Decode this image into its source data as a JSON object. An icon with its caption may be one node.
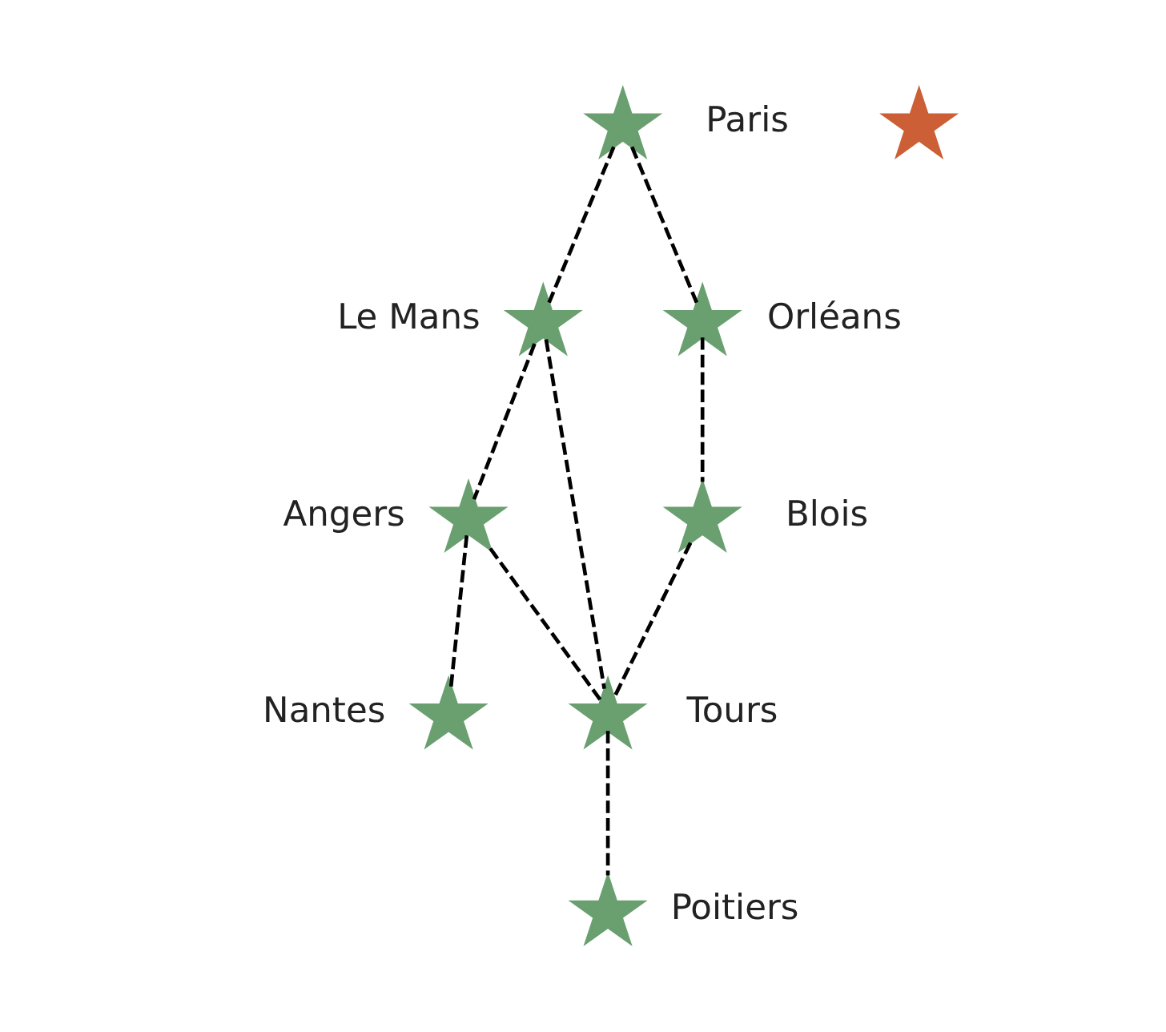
{
  "diagram": {
    "nodes": [
      {
        "text": [],
        "shape": "flower",
        "beside": [
          "Paris"
        ]
      },
      {
        "text": [],
        "shape": "flower",
        "beside": [
          "Le Mans"
        ]
      },
      {
        "text": [],
        "shape": "flower"
      },
      {
        "text": [],
        "shape": "flower",
        "beside": [
          "Orléans"
        ]
      },
      {
        "text": [],
        "shape": "flower",
        "beside": [
          "Blois"
        ]
      },
      {
        "text": [],
        "shape": "flower",
        "beside": [
          "Angers"
        ]
      },
      {
        "text": [],
        "shape": "flower",
        "beside": [
          "Tours"
        ]
      },
      {
        "text": [],
        "shape": "flower",
        "beside": [
          "Nantes"
        ]
      },
      {
        "text": [],
        "shape": "flower",
        "beside": [
          "Poitiers"
        ]
      }
    ],
    "edges": [
      {
        "from": 0,
        "to": 1,
        "arrow": "none",
        "style": "dashed"
      },
      {
        "from": 0,
        "to": 3,
        "arrow": "none",
        "style": "dashed"
      },
      {
        "from": 3,
        "to": 4,
        "arrow": "none",
        "style": "dashed"
      },
      {
        "from": 4,
        "to": 6,
        "arrow": "none",
        "style": "dashed"
      },
      {
        "from": 1,
        "to": 6,
        "arrow": "none",
        "style": "dashed"
      },
      {
        "from": 1,
        "to": 5,
        "arrow": "none",
        "style": "dashed"
      },
      {
        "from": 5,
        "to": 6,
        "arrow": "none",
        "style": "dashed"
      },
      {
        "from": 5,
        "to": 7,
        "arrow": "none",
        "style": "dashed"
      },
      {
        "from": 6,
        "to": 8,
        "arrow": "none",
        "style": "dashed"
      }
    ]
  }
}
